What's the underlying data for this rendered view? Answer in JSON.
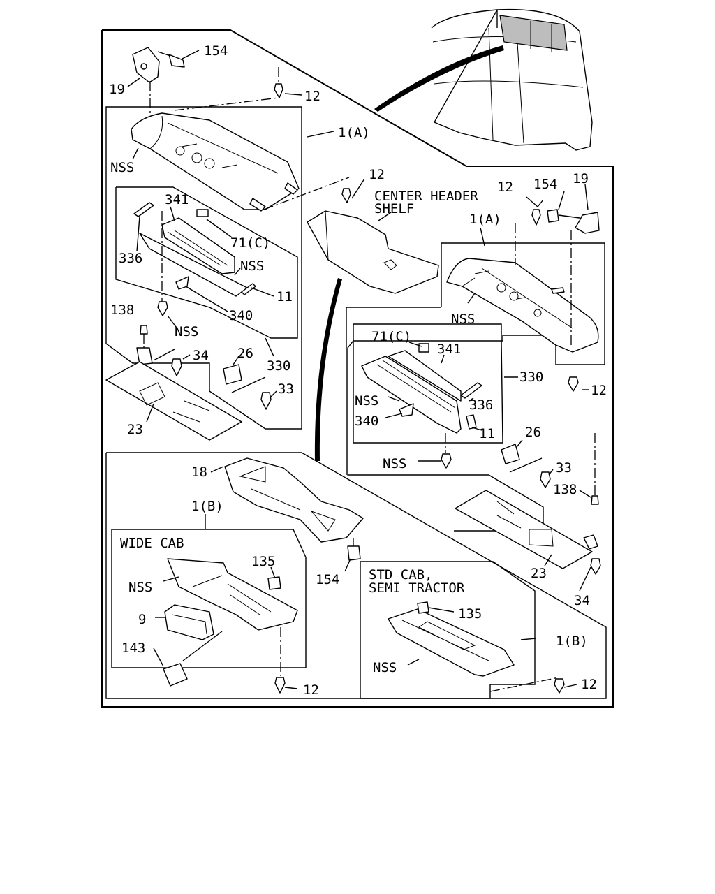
{
  "labels": {
    "l154_top": "154",
    "l19_top": "19",
    "l12_top": "12",
    "l1a_left": "1(A)",
    "nss_left_top": "NSS",
    "l341_left": "341",
    "l71c_left": "71(C)",
    "l336_left": "336",
    "nss_left_mid": "NSS",
    "l11_left": "11",
    "l340_left": "340",
    "l138_left": "138",
    "nss_left_bot": "NSS",
    "l34_left": "34",
    "l26_left": "26",
    "l330_left": "330",
    "l33_left": "33",
    "l23_left": "23",
    "l12_mid": "12",
    "center_header_1": "CENTER HEADER",
    "center_header_2": "SHELF",
    "l12_right_top": "12",
    "l154_right": "154",
    "l19_right": "19",
    "l1a_right": "1(A)",
    "nss_right_top": "NSS",
    "l71c_right": "71(C)",
    "l341_right": "341",
    "l330_right": "330",
    "l12_right_mid": "12",
    "nss_right_mid": "NSS",
    "l336_right": "336",
    "l340_right": "340",
    "l11_right": "11",
    "nss_right_bot": "NSS",
    "l26_right": "26",
    "l33_right": "33",
    "l138_right": "138",
    "l23_right": "23",
    "l34_right": "34",
    "l18": "18",
    "l1b_left": "1(B)",
    "wide_cab": "WIDE CAB",
    "l135_left": "135",
    "nss_wide": "NSS",
    "l9": "9",
    "l154_bot": "154",
    "l143": "143",
    "l12_bot_left": "12",
    "std_cab_1": "STD CAB,",
    "std_cab_2": "SEMI TRACTOR",
    "l135_right": "135",
    "l1b_right": "1(B)",
    "nss_std": "NSS",
    "l12_bot_right": "12"
  }
}
